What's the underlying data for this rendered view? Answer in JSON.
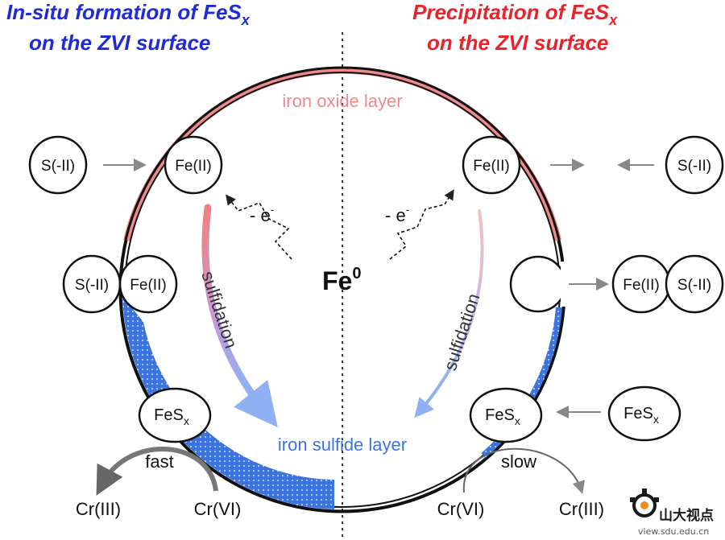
{
  "left_title": {
    "line1_prefix": "In-situ formation of FeS",
    "line1_sub": "x",
    "line2": "on the ZVI surface",
    "color": "#1f2bd6"
  },
  "right_title": {
    "line1_prefix": "Precipitation of FeS",
    "line1_sub": "x",
    "line2": "on the ZVI surface",
    "color": "#e8232b"
  },
  "particle": {
    "oxide_layer_label": "iron oxide layer",
    "sulfide_layer_label": "iron sulfide layer",
    "core_label": "Fe",
    "core_sup": "0",
    "oxide_color": "#ef8a8c",
    "sulfide_color": "#3b73e0"
  },
  "left_side": {
    "s_ion": "S(-II)",
    "fe_ion": "Fe(II)",
    "pair_s": "S(-II)",
    "pair_fe": "Fe(II)",
    "electron_label": "- e",
    "electron_sup": "-",
    "process_label": "sulfidation",
    "fes_prefix": "FeS",
    "fes_sub": "x",
    "rate_label": "fast",
    "product": "Cr(III)",
    "reactant": "Cr(VI)"
  },
  "right_side": {
    "fe_ion": "Fe(II)",
    "s_ion": "S(-II)",
    "pair_fe": "Fe(II)",
    "pair_s": "S(-II)",
    "electron_label": "- e",
    "electron_sup": "-",
    "process_label": "sulfidation",
    "fes_prefix": "FeS",
    "fes_sub": "x",
    "fes_free_prefix": "FeS",
    "fes_free_sub": "x",
    "rate_label": "slow",
    "reactant": "Cr(VI)",
    "product": "Cr(III)"
  },
  "watermark": {
    "brand": "山大视点",
    "url": "view.sdu.edu.cn"
  }
}
